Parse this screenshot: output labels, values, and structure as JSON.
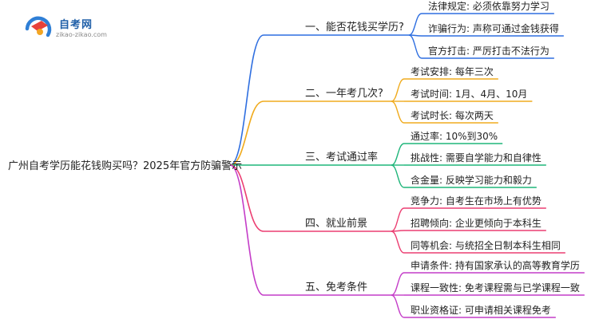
{
  "logo": {
    "title": "自考网",
    "subtitle": "zikao-zikao.com"
  },
  "root": {
    "label": "广州自考学历能花钱购买吗？2025年官方防骗警示"
  },
  "branches": [
    {
      "label": "一、能否花钱买学历?",
      "color": "#2f6fe0",
      "children": [
        "法律规定: 必须依靠努力学习",
        "诈骗行为: 声称可通过金钱获得",
        "官方打击: 严厉打击不法行为"
      ]
    },
    {
      "label": "二、一年考几次?",
      "color": "#f0ab1e",
      "children": [
        "考试安排: 每年三次",
        "考试时间: 1月、4月、10月",
        "考试时长: 每次两天"
      ]
    },
    {
      "label": "三、考试通过率",
      "color": "#1fb57a",
      "children": [
        "通过率: 10%到30%",
        "挑战性: 需要自学能力和自律性",
        "含金量: 反映学习能力和毅力"
      ]
    },
    {
      "label": "四、就业前景",
      "color": "#ec3f72",
      "children": [
        "竞争力: 自考生在市场上有优势",
        "招聘倾向: 企业更倾向于本科生",
        "同等机会: 与统招全日制本科生相同"
      ]
    },
    {
      "label": "五、免考条件",
      "color": "#c43dc8",
      "children": [
        "申请条件: 持有国家承认的高等教育学历",
        "课程一致性: 免考课程需与已学课程一致",
        "职业资格证: 可申请相关课程免考"
      ]
    }
  ]
}
